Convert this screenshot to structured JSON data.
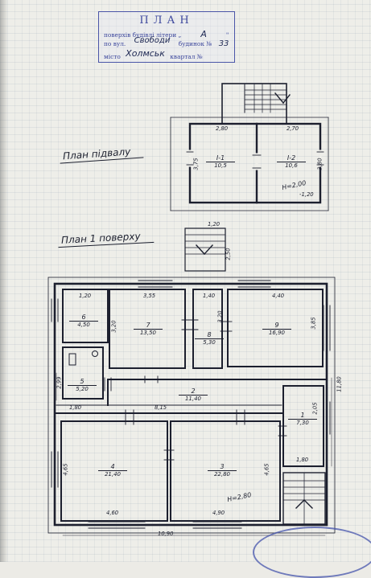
{
  "stamp": {
    "title": "ПЛАН",
    "line1_label": "поверхів будівлі літери",
    "litera": "А",
    "line2_label": "по вул.",
    "street": "Свободи",
    "house_label": "будинок №",
    "house_no": "33",
    "line3_label": "місто",
    "city": "Холмськ",
    "quarter_label": "квартал №"
  },
  "basement": {
    "heading": "План підвалу",
    "height_note": "Н=2,00",
    "level_note": "-1,20",
    "dims": {
      "top_left": "2,80",
      "top_right": "2,70",
      "left": "3,75",
      "right": "3,80"
    },
    "rooms": [
      {
        "num": "І-1",
        "area": "10,5"
      },
      {
        "num": "І-2",
        "area": "10,6"
      }
    ]
  },
  "floor1": {
    "heading": "План 1 поверху",
    "height_note": "Н=2,80",
    "stairs_dims": {
      "width": "1,20",
      "depth": "2,50"
    },
    "dims": {
      "room6_w": "1,20",
      "room7_w": "3,55",
      "room8_w": "1,40",
      "room9_w": "4,40",
      "room7_h": "3,20",
      "room8_h": "3,20",
      "room9_h": "3,85",
      "corridor_left": "1,80",
      "corridor_w": "8,15",
      "room1_h": "2,05",
      "room5_h": "2,99",
      "right_total": "11,80",
      "room4_h": "4,65",
      "room3_h": "4,65",
      "room4_w": "4,60",
      "room3_w": "4,90",
      "room1_w": "1,80",
      "total_width": "10,90"
    },
    "rooms": [
      {
        "num": "6",
        "area": "4,50"
      },
      {
        "num": "7",
        "area": "13,50"
      },
      {
        "num": "8",
        "area": "5,30"
      },
      {
        "num": "9",
        "area": "16,90"
      },
      {
        "num": "5",
        "area": "5,20"
      },
      {
        "num": "2",
        "area": "11,40"
      },
      {
        "num": "1",
        "area": "7,30"
      },
      {
        "num": "4",
        "area": "21,40"
      },
      {
        "num": "3",
        "area": "22,80"
      }
    ]
  }
}
